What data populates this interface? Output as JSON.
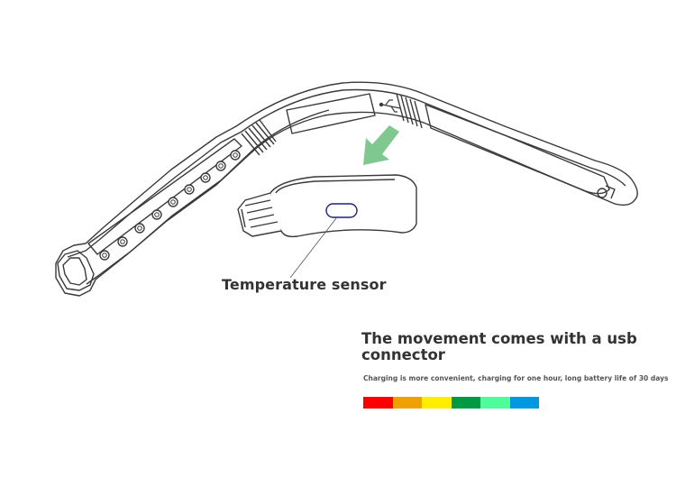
{
  "labels": {
    "temperature_sensor": "Temperature sensor",
    "headline": "The movement comes with a usb connector",
    "subline": "Charging is more convenient, charging for one hour, long battery life of 30 days"
  },
  "color_strip": [
    "#ff0000",
    "#f0a000",
    "#ffee00",
    "#009944",
    "#4dfd9c",
    "#0099e0"
  ],
  "accent_arrow_color": "#7fc88f",
  "icons": [
    "usb-icon",
    "down-left-arrow-icon"
  ]
}
